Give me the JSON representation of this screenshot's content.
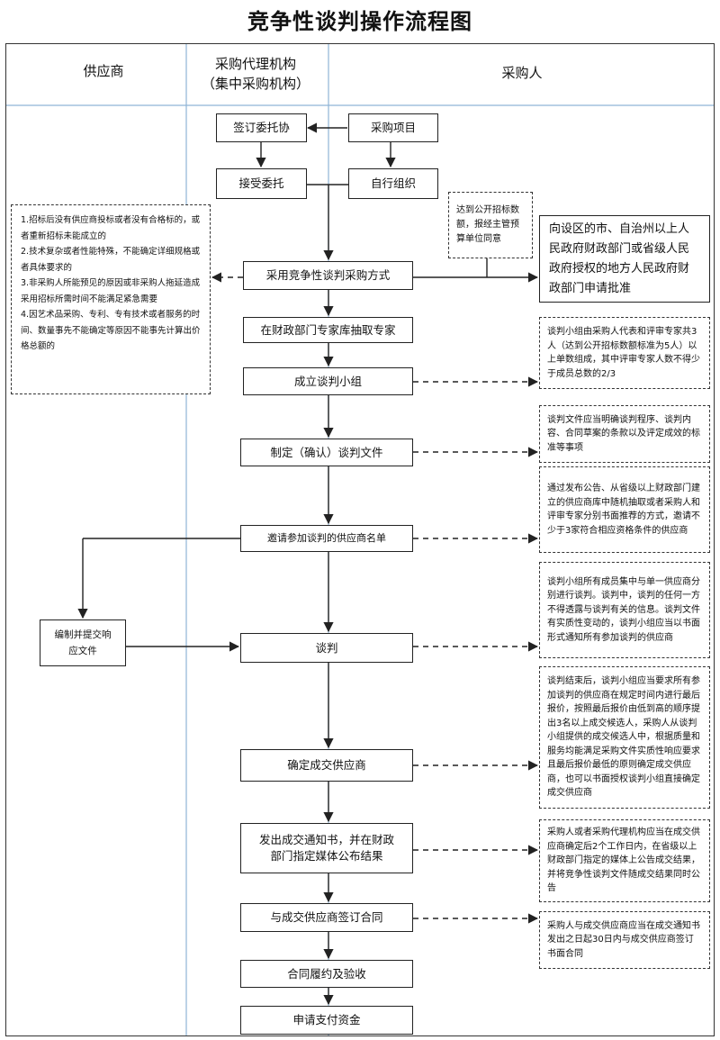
{
  "title": "竞争性谈判操作流程图",
  "lanes": {
    "supplier": "供应商",
    "agency_l1": "采购代理机构",
    "agency_l2": "（集中采购机构）",
    "purchaser": "采购人"
  },
  "boxes": {
    "sign_entrust": "签订委托协",
    "purchase_project": "采购项目",
    "accept_entrust": "接受委托",
    "self_organize": "自行组织",
    "adopt_method": "采用竞争性谈判采购方式",
    "draw_experts": "在财政部门专家库抽取专家",
    "form_group": "成立谈判小组",
    "make_docs": "制定（确认）谈判文件",
    "invite_list": "邀请参加谈判的供应商名单",
    "negotiate": "谈判",
    "determine_supplier": "确定成交供应商",
    "notice": "发出成交通知书，并在财政部门指定媒体公布结果",
    "sign_contract": "与成交供应商签订合同",
    "perform": "合同履约及验收",
    "apply_payment": "申请支付资金",
    "prepare_response": "编制并提交响应文件",
    "apply_approval": "向设区的市、自治州以上人民政府财政部门或省级人民政府授权的地方人民政府财政部门申请批准"
  },
  "notes": {
    "conditions": [
      "1.招标后没有供应商投标或者没有合格标的，或者重新招标未能成立的",
      "2.技术复杂或者性能特殊，不能确定详细规格或者具体要求的",
      "3.非采购人所能预见的原因或非采购人拖延造成采用招标所需时间不能满足紧急需要",
      "4.因艺术品采购、专利、专有技术或者服务的时间、数量事先不能确定等原因不能事先计算出价格总额的"
    ],
    "threshold": "达到公开招标数额，报经主管预算单位同意",
    "group_composition": "谈判小组由采购人代表和评审专家共3人（达到公开招标数额标准为5人）以上单数组成，其中评审专家人数不得少于成员总数的2/3",
    "docs_content": "谈判文件应当明确谈判程序、谈判内容、合同草案的条款以及评定成效的标准等事项",
    "invite_method": "通过发布公告、从省级以上财政部门建立的供应商库中随机抽取或者采购人和评审专家分别书面推荐的方式，邀请不少于3家符合相应资格条件的供应商",
    "negotiate_rule": "谈判小组所有成员集中与单一供应商分别进行谈判。谈判中，谈判的任何一方不得透露与谈判有关的信息。谈判文件有实质性变动的，谈判小组应当以书面形式通知所有参加谈判的供应商",
    "determine_rule": "谈判结束后，谈判小组应当要求所有参加谈判的供应商在规定时间内进行最后报价，按照最后报价由低到高的顺序提出3名以上成交候选人，采购人从谈判小组提供的成交候选人中，根据质量和服务均能满足采购文件实质性响应要求且最后报价最低的原则确定成交供应商，也可以书面授权谈判小组直接确定成交供应商",
    "notice_rule": "采购人或者采购代理机构应当在成交供应商确定后2个工作日内，在省级以上财政部门指定的媒体上公告成交结果，并将竞争性谈判文件随成交结果同时公告",
    "contract_rule": "采购人与成交供应商应当在成交通知书发出之日起30日内与成交供应商签订书面合同"
  },
  "colors": {
    "lane_divider": "#8fb4d6",
    "line": "#222222"
  }
}
